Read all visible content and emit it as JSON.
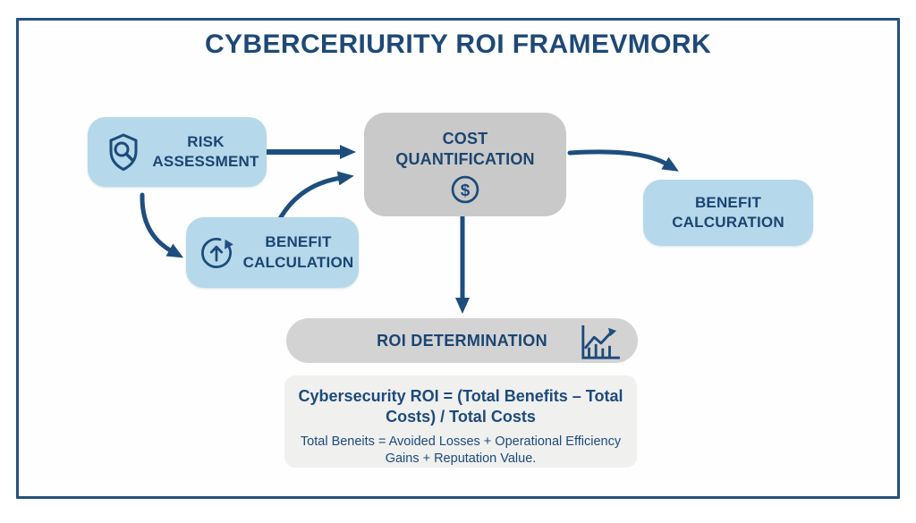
{
  "title": "CYBERCERIURITY ROI FRAMEVMORK",
  "colors": {
    "navy_text": "#1b4571",
    "title_navy": "#1e4976",
    "arrow_navy": "#1d4e7e",
    "box_blue": "#b5d8eb",
    "box_gray": "#c9c9c9",
    "pill_gray": "#d3d3d4",
    "formula_bg": "#f0f0ef",
    "frame_border": "#24527e"
  },
  "nodes": {
    "risk_assessment": {
      "line1": "RISK",
      "line2": "ASSESSMENT",
      "icon": "shield-magnifier-icon"
    },
    "benefit_calculation": {
      "line1": "BENEFIT",
      "line2": "CALCULATION",
      "icon": "growth-cycle-icon"
    },
    "cost_quantification": {
      "line1": "COST",
      "line2": "QUANTIFICATION",
      "icon": "dollar-circle-icon"
    },
    "benefit_calcuration": {
      "line1": "BENEFIT",
      "line2": "CALCURATION"
    },
    "roi_determination": {
      "label": "ROI DETERMINATION",
      "icon": "trend-chart-icon"
    }
  },
  "edges": [
    {
      "from": "risk_assessment",
      "to": "cost_quantification"
    },
    {
      "from": "risk_assessment",
      "to": "benefit_calculation"
    },
    {
      "from": "benefit_calculation",
      "to": "cost_quantification"
    },
    {
      "from": "cost_quantification",
      "to": "benefit_calcuration"
    },
    {
      "from": "cost_quantification",
      "to": "roi_determination"
    }
  ],
  "formula": {
    "main": "Cybersecurity ROI = (Total Benefits – Total Costs) / Total Costs",
    "detail": "Total Beneits = Avoided Losses + Operational Efficiency Gains + Reputation Value."
  }
}
